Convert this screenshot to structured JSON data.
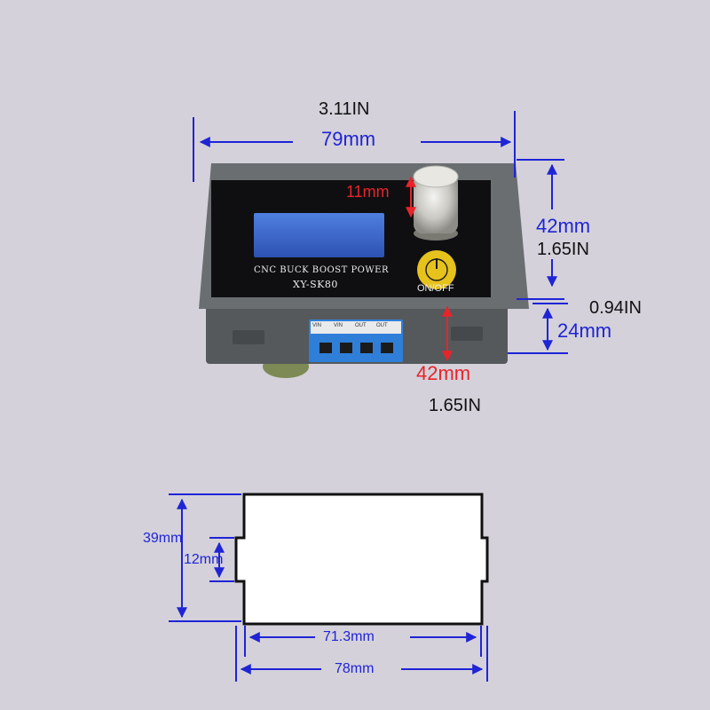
{
  "device": {
    "title_line1": "CNC BUCK BOOST POWER",
    "title_line2": "XY-SK80",
    "button_label": "ON/OFF",
    "terminals": [
      "VIN",
      "VIN",
      "OUT",
      "OUT"
    ]
  },
  "dimensions": {
    "width_in": "3.11IN",
    "width_mm": "79mm",
    "knob_mm": "11mm",
    "right_height_mm": "42mm",
    "right_height_in": "1.65IN",
    "depth_in": "0.94IN",
    "depth_mm": "24mm",
    "bottom_height_mm": "42mm",
    "bottom_height_in": "1.65IN"
  },
  "cutout": {
    "height_mm": "39mm",
    "notch_mm": "12mm",
    "inner_width_mm": "71.3mm",
    "outer_width_mm": "78mm"
  },
  "colors": {
    "dimension_blue": "#1f24d6",
    "dimension_red": "#e8242a",
    "housing_gray": "#5f6366",
    "screen_blue": "#3a63c9",
    "button_yellow": "#e6c21c"
  }
}
